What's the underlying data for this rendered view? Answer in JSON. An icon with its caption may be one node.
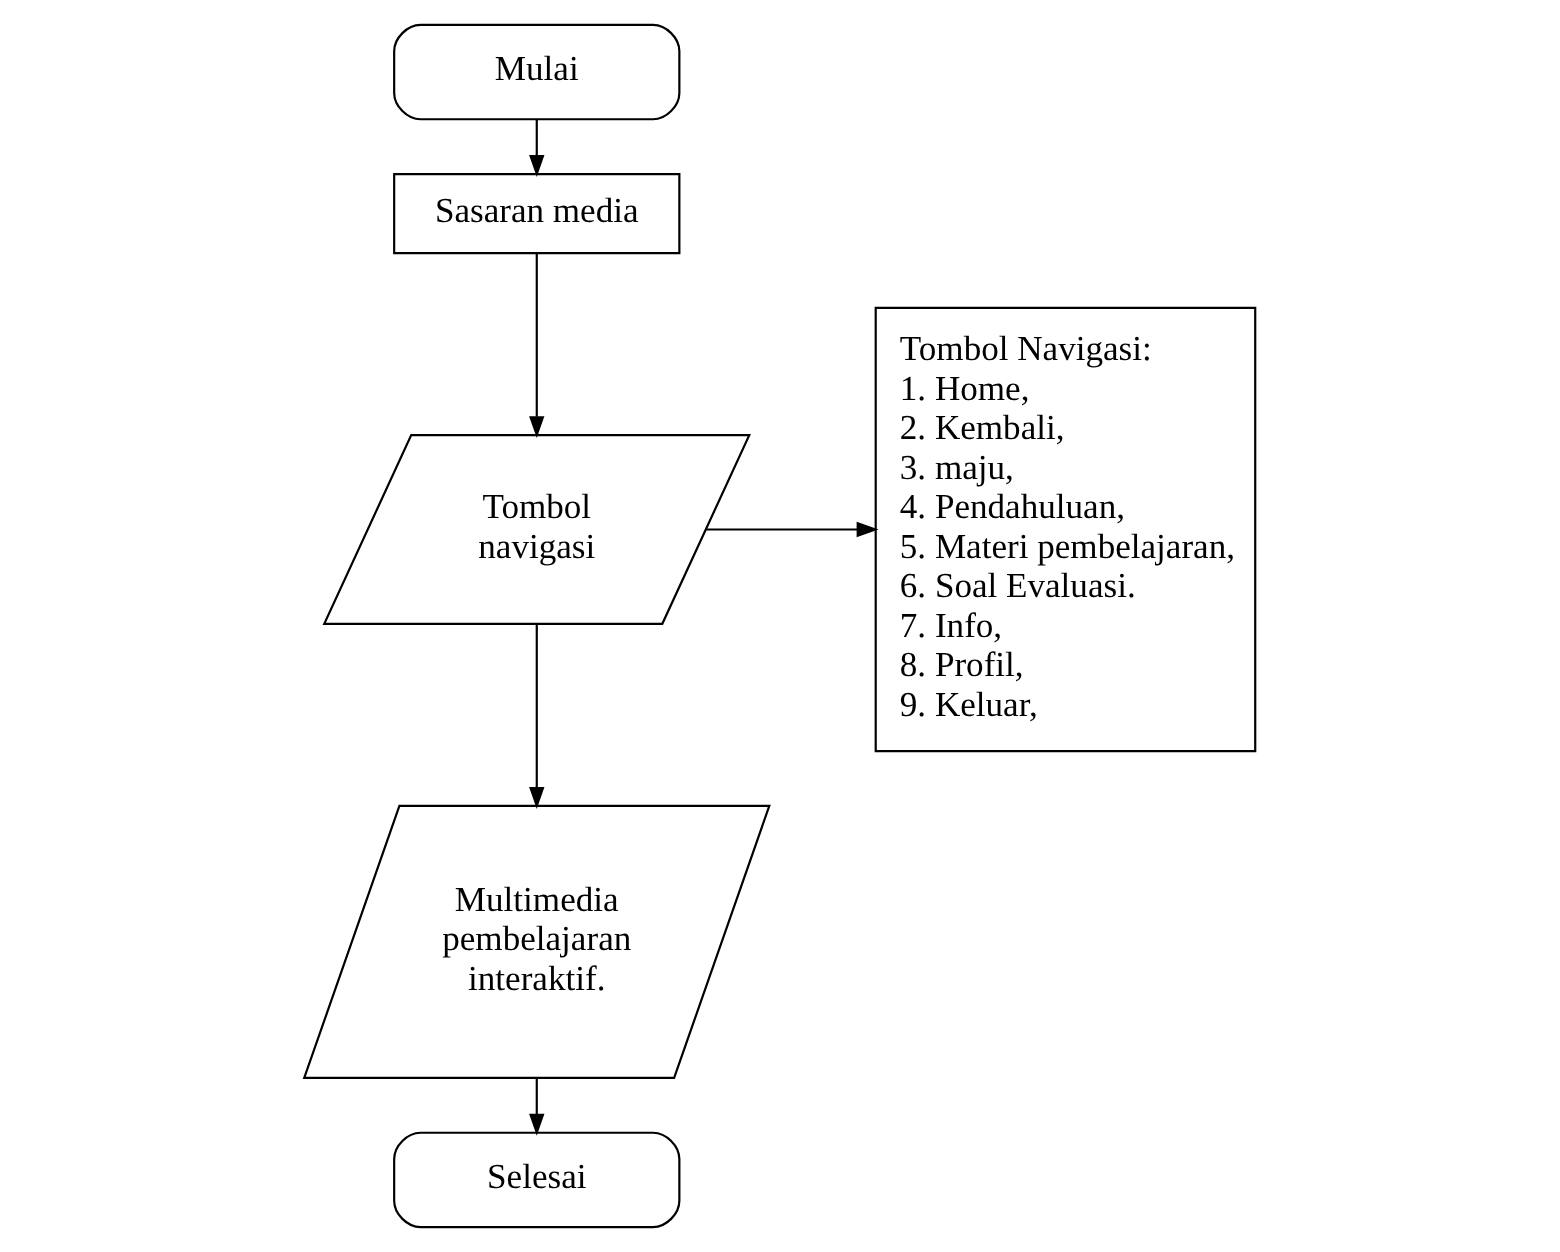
{
  "diagram": {
    "nodes": [
      {
        "text": [
          "Mulai"
        ]
      },
      {
        "text": [
          "Sasaran media"
        ]
      },
      {
        "text": [
          "Tombol navigasi"
        ]
      },
      {
        "text": [
          "Multimedia pembelajaran interaktif."
        ]
      },
      {
        "text": [
          "Selesai"
        ]
      },
      {
        "text": [
          "Tombol Navigasi:",
          "1. Home,",
          "2. Kembali,",
          "3. maju,",
          "4. Pendahuluan,",
          "5. Materi pembelajaran,",
          "6. Soal Evaluasi.",
          "7. Info,",
          "8. Profil,",
          "9. Keluar,"
        ]
      }
    ],
    "edges": [
      {
        "from": 0,
        "to": 1,
        "arrow": "to"
      },
      {
        "from": 1,
        "to": 2,
        "arrow": "to"
      },
      {
        "from": 2,
        "to": 3,
        "arrow": "to"
      },
      {
        "from": 3,
        "to": 4,
        "arrow": "to"
      },
      {
        "from": 2,
        "to": 5,
        "arrow": "to"
      }
    ]
  }
}
